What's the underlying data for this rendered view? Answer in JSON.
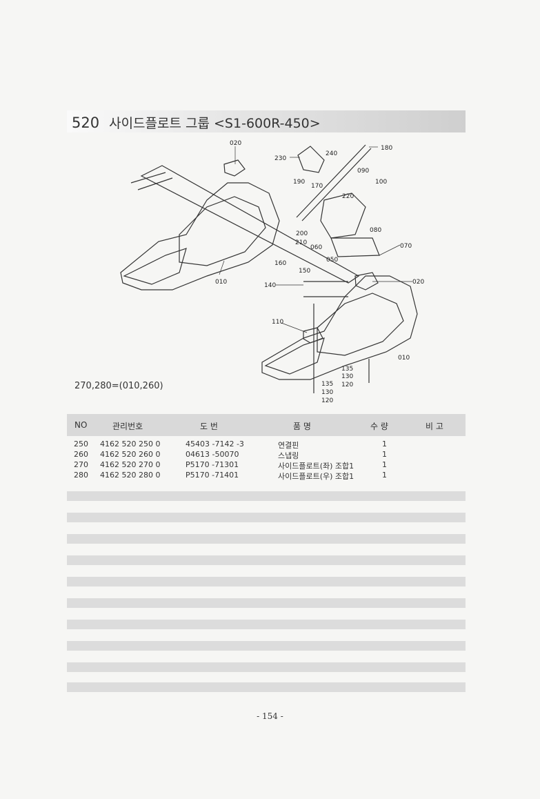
{
  "section": {
    "number": "520",
    "title": "사이드플로트 그룹 <S1-600R-450>"
  },
  "diagram": {
    "callouts": [
      "020",
      "230",
      "240",
      "180",
      "190",
      "170",
      "090",
      "100",
      "220",
      "080",
      "200",
      "210",
      "060",
      "070",
      "050",
      "160",
      "010",
      "150",
      "140",
      "020",
      "110",
      "010",
      "135",
      "130",
      "120",
      "135",
      "130",
      "120"
    ]
  },
  "note": "270,280=(010,260)",
  "table": {
    "headers": [
      "NO",
      "관리번호",
      "도 번",
      "품 명",
      "수 량",
      "비 고"
    ],
    "rows": [
      {
        "no": "250",
        "mgmt": "4162 520 250 0",
        "drawing": "45403 -7142 -3",
        "name": "연결핀",
        "qty": "1",
        "note": ""
      },
      {
        "no": "260",
        "mgmt": "4162 520 260 0",
        "drawing": "04613 -50070",
        "name": "스냅링",
        "qty": "1",
        "note": ""
      },
      {
        "no": "270",
        "mgmt": "4162 520 270 0",
        "drawing": "P5170 -71301",
        "name": "사이드플로트(좌) 조합1",
        "qty": "1",
        "note": ""
      },
      {
        "no": "280",
        "mgmt": "4162 520 280 0",
        "drawing": "P5170 -71401",
        "name": "사이드플로트(우) 조합1",
        "qty": "1",
        "note": ""
      }
    ]
  },
  "page_number": "- 154 -"
}
